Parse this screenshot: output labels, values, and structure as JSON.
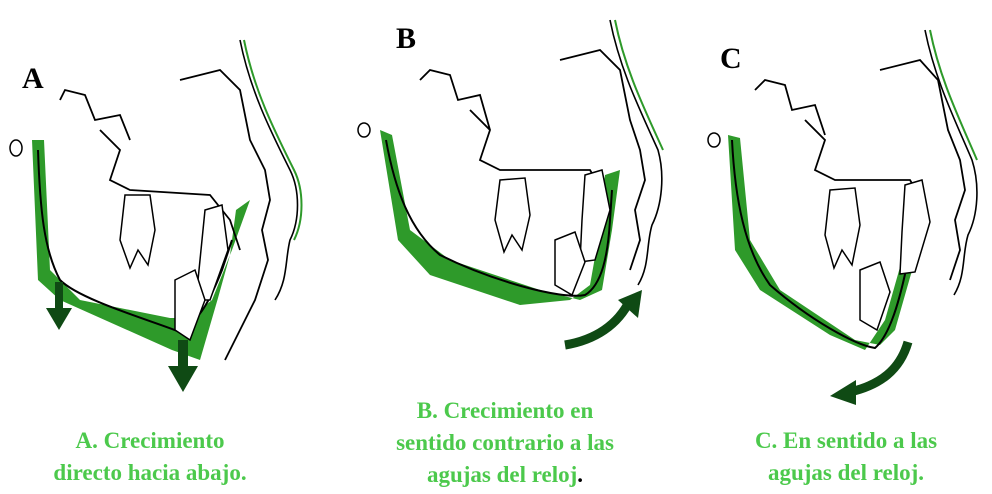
{
  "panels": [
    {
      "id": "A",
      "letter": "A",
      "caption_lines": [
        "A. Crecimiento",
        "directo hacia abajo."
      ],
      "arrow": "down"
    },
    {
      "id": "B",
      "letter": "B",
      "caption_lines": [
        "B. Crecimiento en",
        "sentido contrario a las",
        "agujas del reloj"
      ],
      "caption_trailing_punct": ".",
      "arrow": "counterclockwise"
    },
    {
      "id": "C",
      "letter": "C",
      "caption_lines": [
        "C. En sentido a las",
        "agujas del reloj."
      ],
      "arrow": "clockwise"
    }
  ],
  "colors": {
    "growth_fill": "#2e9a2a",
    "arrow": "#0f4a14",
    "caption": "#4cc94c",
    "outline": "#000000"
  }
}
